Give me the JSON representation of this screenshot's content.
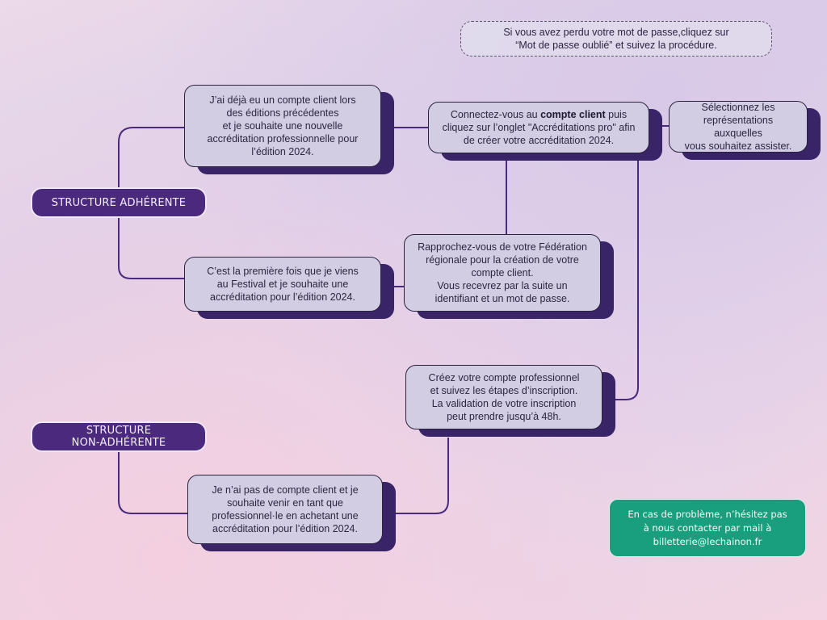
{
  "tags": {
    "adherente": "Structure adhérente",
    "non_adherente_line1": "Structure",
    "non_adherente_line2": "non-adhérente"
  },
  "note": {
    "line1": "Si vous avez perdu votre mot de passe,cliquez sur",
    "line2": "“Mot de passe oublié” et suivez la procédure."
  },
  "boxes": {
    "deja_client": {
      "l1": "J’ai déjà eu un compte client lors",
      "l2": "des éditions précédentes",
      "l3": "et je souhaite une nouvelle",
      "l4": "accréditation professionnelle pour",
      "l5": "l’édition 2024."
    },
    "connectez": {
      "pre": "Connectez-vous au ",
      "bold": "compte client",
      "post": " puis",
      "l2": "cliquez sur l’onglet \"Accréditations pro\" afin",
      "l3": "de créer votre accréditation 2024."
    },
    "selectionnez": {
      "l1": "Sélectionnez les",
      "l2": "représentations auxquelles",
      "l3": "vous souhaitez assister."
    },
    "premiere_fois": {
      "l1": "C’est la première fois que je viens",
      "l2": "au Festival et je souhaite une",
      "l3": "accréditation pour l’édition 2024."
    },
    "rapprochez": {
      "l1": "Rapprochez-vous de votre Fédération",
      "l2": "régionale pour la création de votre",
      "l3": "compte client.",
      "l4": "Vous recevrez par la suite un",
      "l5": "identifiant et un mot de passe."
    },
    "creez": {
      "l1": "Créez votre compte professionnel",
      "l2": "et suivez les étapes d’inscription.",
      "l3": "La validation de votre inscription",
      "l4": "peut prendre jusqu’à 48h."
    },
    "pas_compte": {
      "l1": "Je n’ai pas de compte client et je",
      "l2": "souhaite venir en tant que",
      "l3": "professionnel·le en achetant une",
      "l4": "accréditation pour l’édition 2024."
    }
  },
  "help": {
    "line1": "En cas de problème, n’hésitez pas",
    "line2": "à nous contacter par mail à",
    "line3": "billetterie@lechainon.fr"
  },
  "colors": {
    "connector": "#4b2a7e",
    "box_fill": "#d3cde4",
    "box_shadow": "#3a2468",
    "tag_fill": "#4b2a7e",
    "help_fill": "#1a9f7e"
  }
}
